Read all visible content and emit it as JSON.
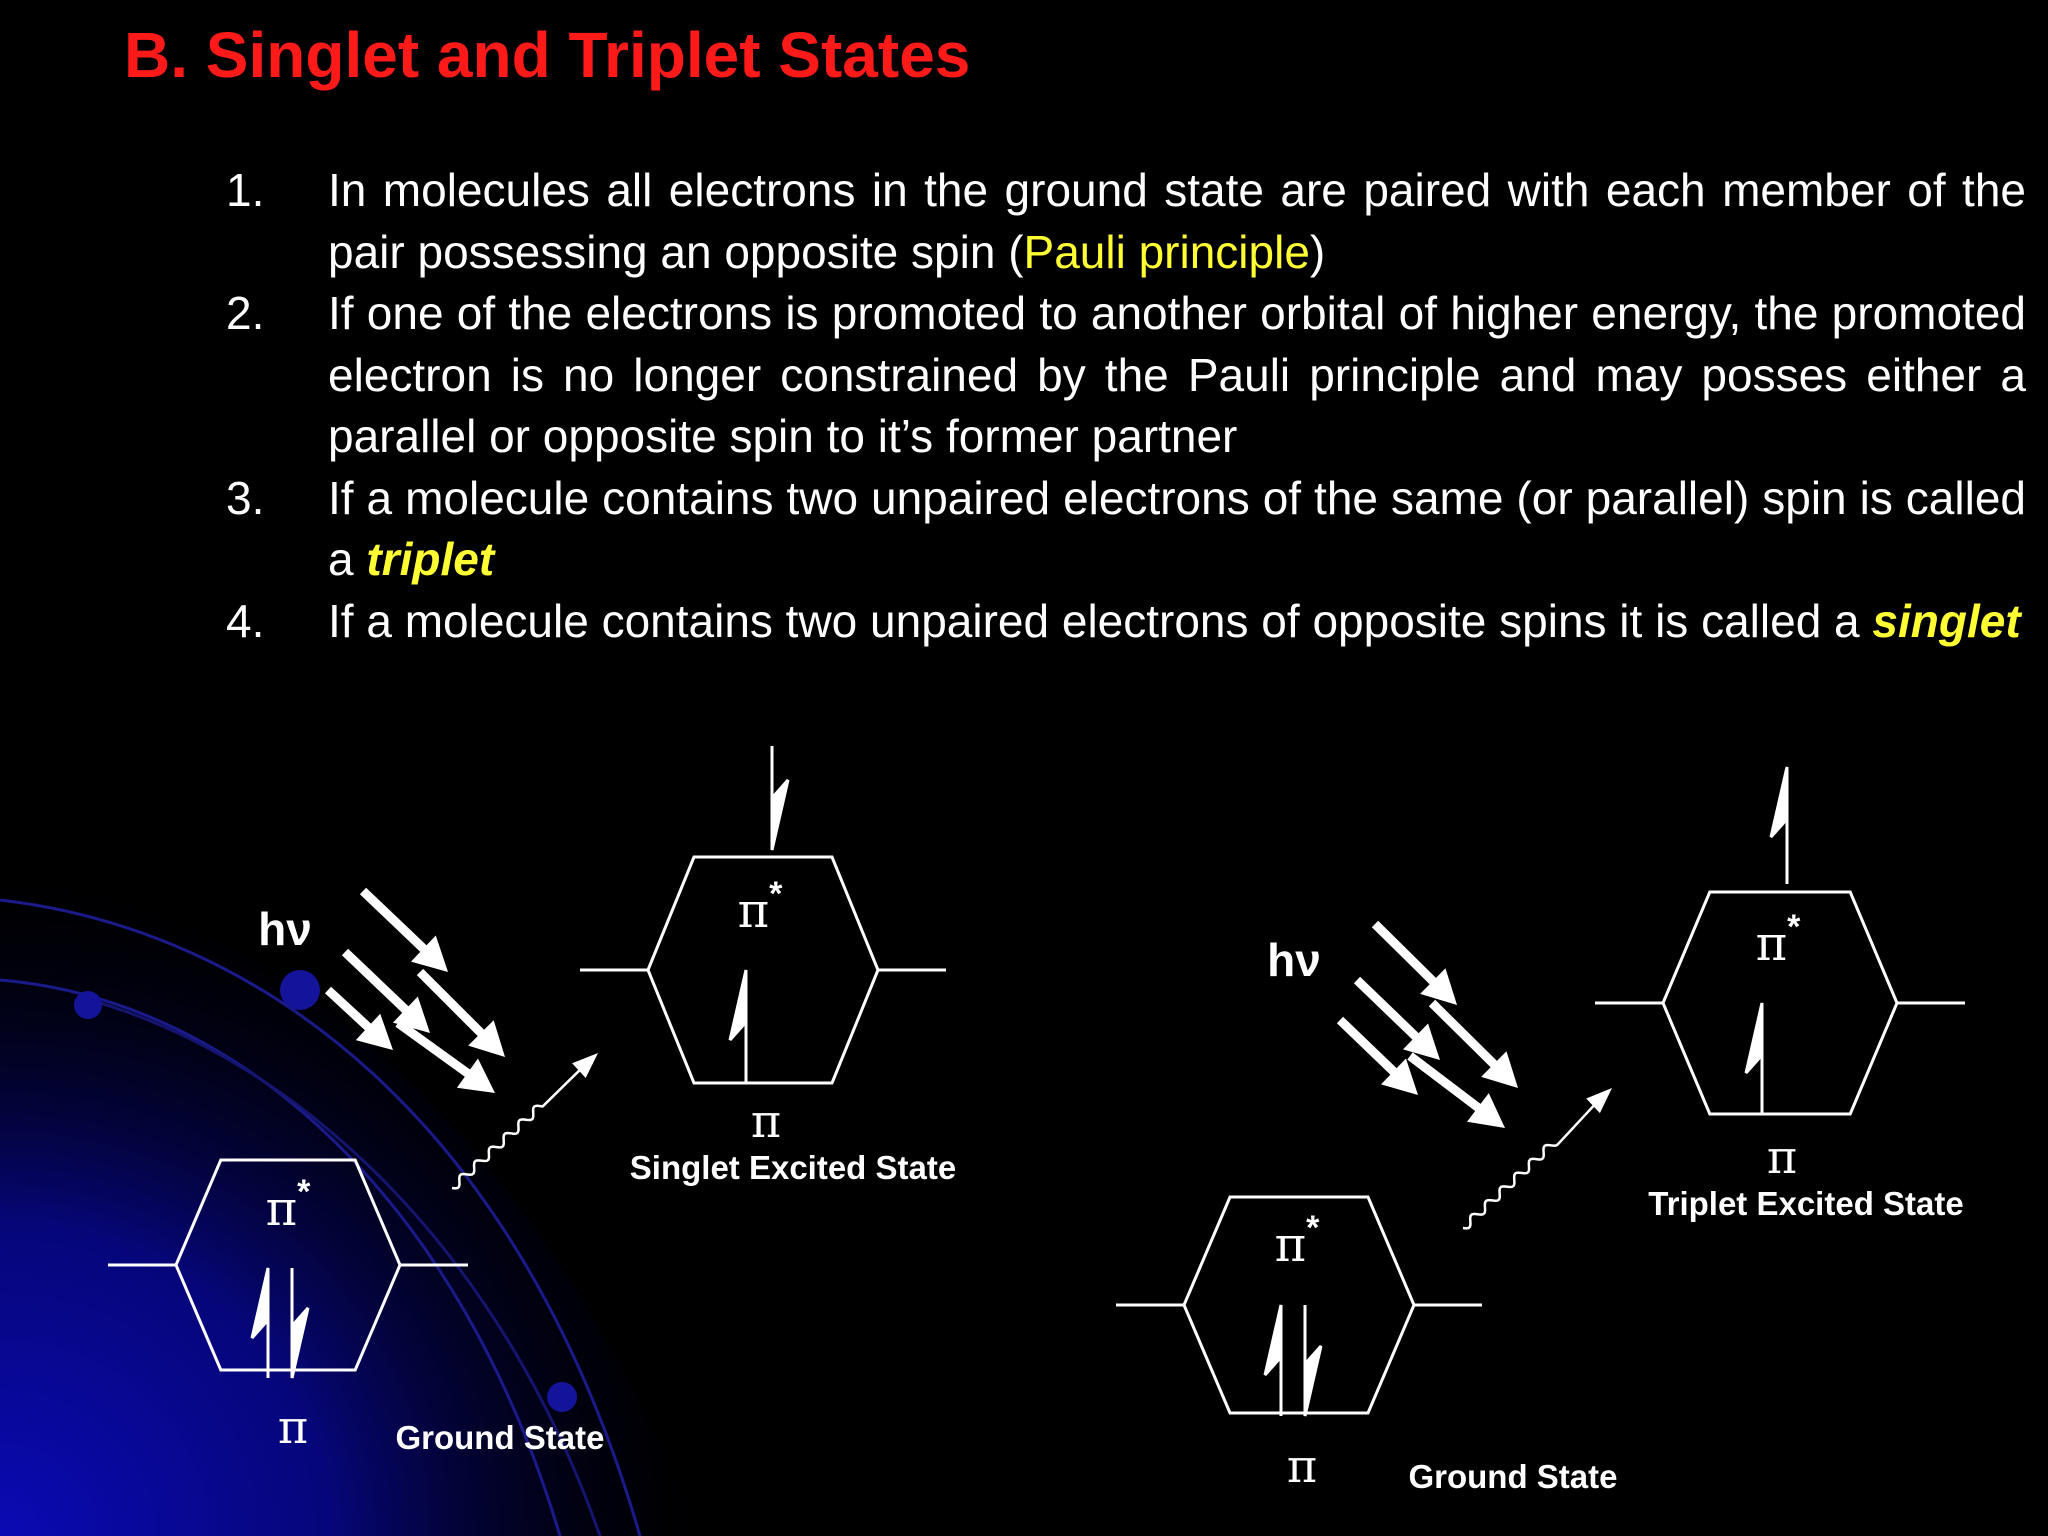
{
  "slide": {
    "title": "B. Singlet and Triplet States",
    "items": [
      {
        "num": "1.",
        "parts": [
          {
            "text": "In molecules all electrons in the ground state are paired with each member of the pair possessing an opposite spin (",
            "style": ""
          },
          {
            "text": "Pauli principle",
            "style": "hl"
          },
          {
            "text": ")",
            "style": ""
          }
        ]
      },
      {
        "num": "2.",
        "parts": [
          {
            "text": "If one of the electrons is promoted to another orbital of higher energy, the promoted electron is no longer constrained by the Pauli principle and may posses either a parallel or opposite spin to it’s former partner",
            "style": ""
          }
        ]
      },
      {
        "num": "3.",
        "parts": [
          {
            "text": "If a molecule contains two unpaired electrons of the same (or parallel) spin is called a ",
            "style": ""
          },
          {
            "text": "triplet",
            "style": "hlb"
          }
        ]
      },
      {
        "num": "4.",
        "parts": [
          {
            "text": "If a molecule contains two unpaired electrons of opposite spins it is called a ",
            "style": ""
          },
          {
            "text": "singlet",
            "style": "hlb"
          }
        ]
      }
    ]
  },
  "diagram": {
    "hv_label": "hν",
    "pi_label": "π",
    "pi_star_label": "π",
    "star": "*",
    "left": {
      "ground_label": "Ground State",
      "excited_label": "Singlet Excited State"
    },
    "right": {
      "ground_label": "Ground State",
      "excited_label": "Triplet Excited State"
    }
  },
  "colors": {
    "title": "#ff1a1a",
    "highlight": "#ffff33",
    "background": "#000000",
    "glow": "#0a0aa0"
  }
}
